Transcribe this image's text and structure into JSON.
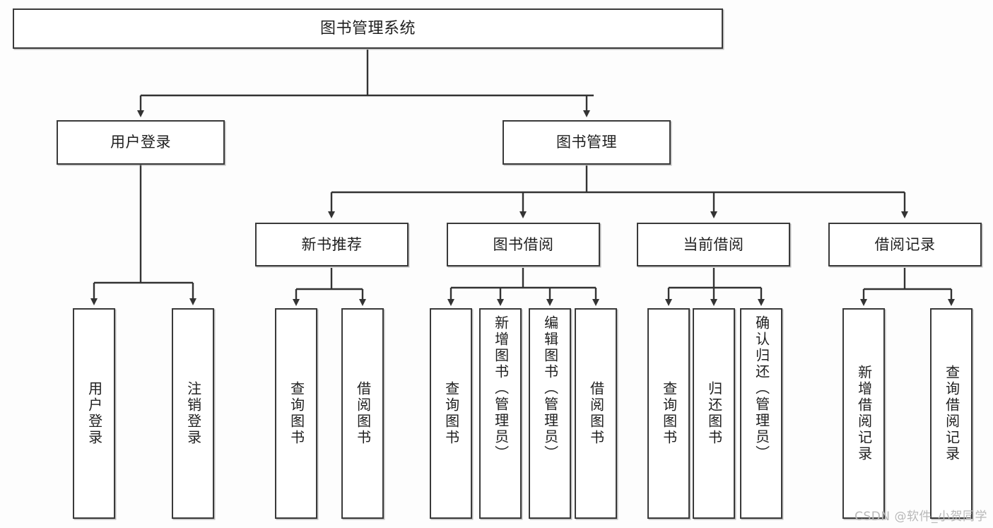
{
  "diagram": {
    "type": "tree-hierarchy",
    "title": "图书管理系统",
    "root": {
      "label": "图书管理系统"
    },
    "level2": [
      {
        "id": "user-login",
        "label": "用户登录"
      },
      {
        "id": "book-manage",
        "label": "图书管理"
      }
    ],
    "level3": [
      {
        "id": "new-book-rec",
        "label": "新书推荐",
        "parent": "book-manage"
      },
      {
        "id": "book-borrow",
        "label": "图书借阅",
        "parent": "book-manage"
      },
      {
        "id": "current-borrow",
        "label": "当前借阅",
        "parent": "book-manage"
      },
      {
        "id": "borrow-record",
        "label": "借阅记录",
        "parent": "book-manage"
      }
    ],
    "leaves": [
      {
        "id": "leaf-user-login",
        "label": "用户登录",
        "parent": "user-login"
      },
      {
        "id": "leaf-logout",
        "label": "注销登录",
        "parent": "user-login"
      },
      {
        "id": "leaf-query-book-1",
        "label": "查询图书",
        "parent": "new-book-rec"
      },
      {
        "id": "leaf-borrow-book-1",
        "label": "借阅图书",
        "parent": "new-book-rec"
      },
      {
        "id": "leaf-query-book-2",
        "label": "查询图书",
        "parent": "book-borrow"
      },
      {
        "id": "leaf-add-book",
        "label": "新增图书（管理员）",
        "parent": "book-borrow"
      },
      {
        "id": "leaf-edit-book",
        "label": "编辑图书（管理员）",
        "parent": "book-borrow"
      },
      {
        "id": "leaf-borrow-book-2",
        "label": "借阅图书",
        "parent": "book-borrow"
      },
      {
        "id": "leaf-query-book-3",
        "label": "查询图书",
        "parent": "current-borrow"
      },
      {
        "id": "leaf-return-book",
        "label": "归还图书",
        "parent": "current-borrow"
      },
      {
        "id": "leaf-confirm-return",
        "label": "确认归还（管理员）",
        "parent": "current-borrow"
      },
      {
        "id": "leaf-add-record",
        "label": "新增借阅记录",
        "parent": "borrow-record"
      },
      {
        "id": "leaf-query-record",
        "label": "查询借阅记录",
        "parent": "borrow-record"
      }
    ],
    "colors": {
      "box_border": "#3a3a3a",
      "box_fill": "#ffffff",
      "connector": "#333333",
      "background": "#fdfdfd",
      "watermark_text": "#b8b8b8"
    }
  },
  "watermark": {
    "text": "CSDN @软件_小贺同学"
  }
}
